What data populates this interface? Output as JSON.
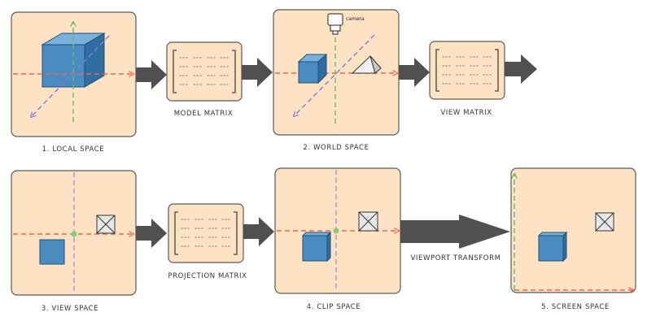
{
  "labels": {
    "local_space": "1. LOCAL SPACE",
    "model_matrix": "MODEL MATRIX",
    "world_space": "2. WORLD SPACE",
    "camera": "camera",
    "view_matrix": "VIEW MATRIX",
    "view_space": "3. VIEW SPACE",
    "projection_matrix": "PROJECTION MATRIX",
    "clip_space": "4. CLIP SPACE",
    "viewport_transform": "VIEWPORT TRANSFORM",
    "screen_space": "5. SCREEN SPACE"
  },
  "colors": {
    "panel_fill": "#fde3c3",
    "panel_stroke": "#5a5a5a",
    "cube_fill": "#4a8cbf",
    "cube_stroke": "#1f4f78",
    "arrow_fill": "#505050",
    "x_axis": "#ee6655",
    "y_axis": "#66bb66",
    "z_axis": "#8877dd",
    "origin_dot": "#88cc77"
  }
}
